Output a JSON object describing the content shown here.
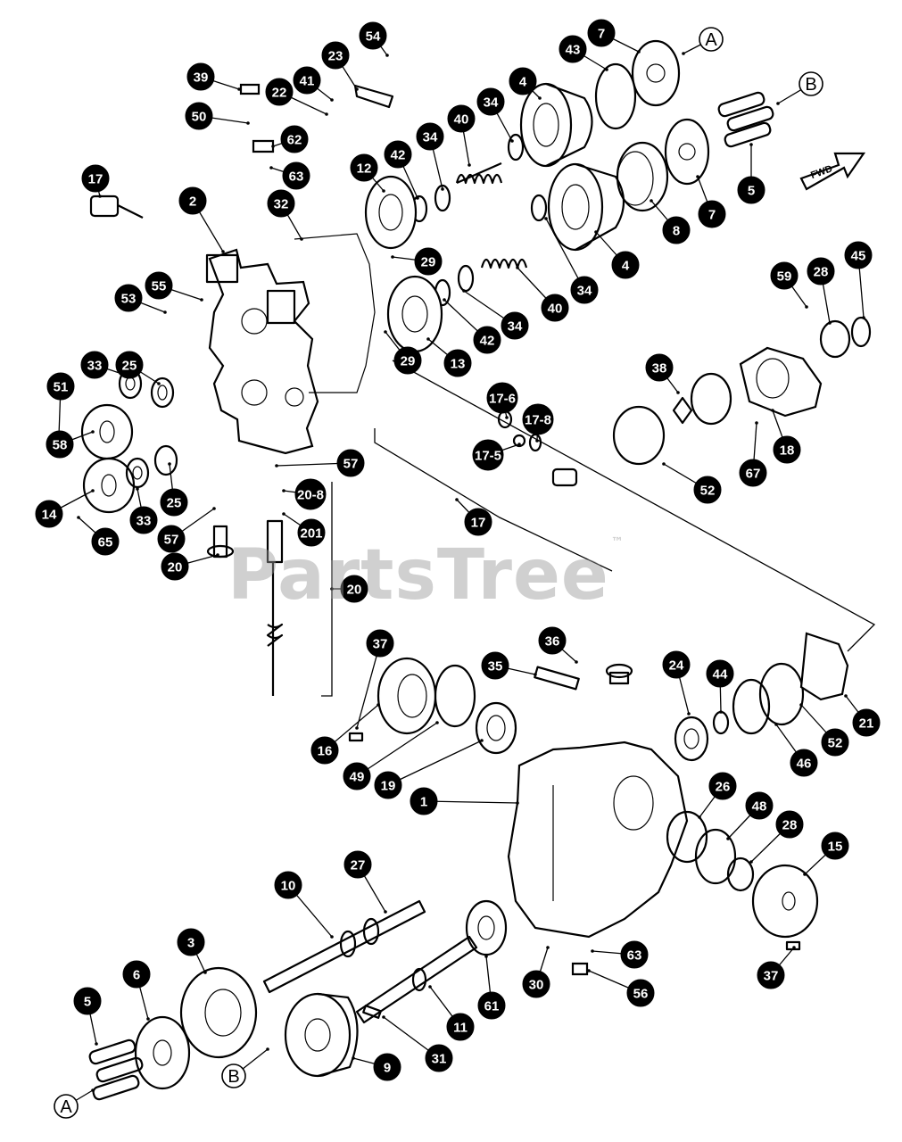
{
  "watermark": {
    "text": "PartsTree",
    "mark": "™"
  },
  "fwd_arrow": {
    "label": "FWD"
  },
  "letter_refs": [
    "A",
    "B"
  ],
  "callouts": [
    "54",
    "23",
    "39",
    "41",
    "22",
    "50",
    "62",
    "63",
    "17",
    "2",
    "32",
    "12",
    "42",
    "34",
    "40",
    "34",
    "4",
    "43",
    "7",
    "A",
    "B",
    "5",
    "7",
    "8",
    "4",
    "34",
    "40",
    "34",
    "42",
    "29",
    "29",
    "13",
    "53",
    "55",
    "33",
    "25",
    "51",
    "58",
    "25",
    "14",
    "33",
    "65",
    "57",
    "57",
    "20-8",
    "201",
    "20",
    "20",
    "17-6",
    "17-8",
    "17-5",
    "17",
    "52",
    "38",
    "59",
    "28",
    "45",
    "18",
    "67",
    "37",
    "16",
    "49",
    "19",
    "35",
    "36",
    "1",
    "24",
    "44",
    "46",
    "52",
    "21",
    "26",
    "48",
    "28",
    "15",
    "27",
    "10",
    "3",
    "6",
    "5",
    "A",
    "B",
    "9",
    "31",
    "11",
    "61",
    "30",
    "63",
    "56",
    "37"
  ]
}
